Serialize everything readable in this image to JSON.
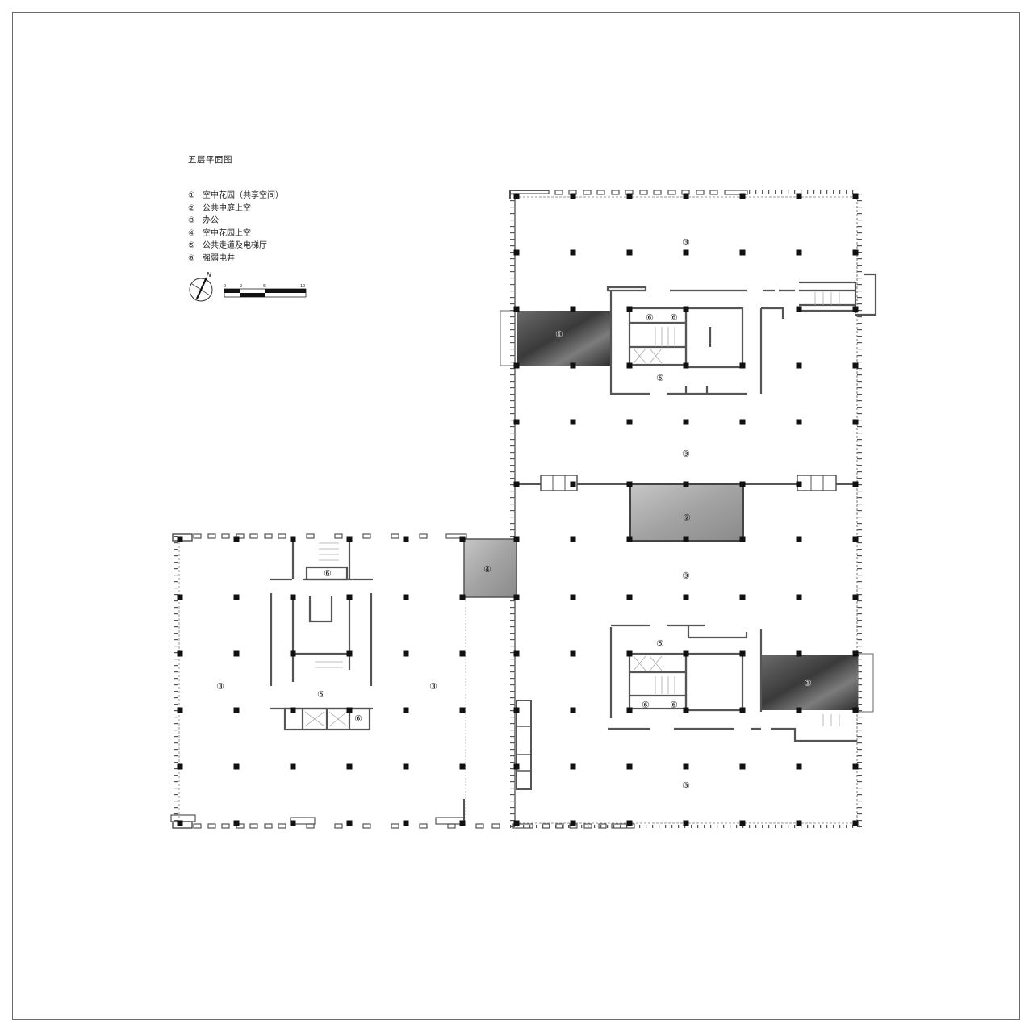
{
  "title": "五层平面图",
  "legend": [
    {
      "num": "①",
      "label": "空中花园（共享空间）"
    },
    {
      "num": "②",
      "label": "公共中庭上空"
    },
    {
      "num": "③",
      "label": "办公"
    },
    {
      "num": "④",
      "label": "空中花园上空"
    },
    {
      "num": "⑤",
      "label": "公共走道及电梯厅"
    },
    {
      "num": "⑥",
      "label": "强弱电井"
    }
  ],
  "north_arrow": {
    "label": "N"
  },
  "scale_bar": {
    "ticks": [
      "0",
      "2",
      "5",
      "10"
    ]
  },
  "plan_labels": {
    "office": "③",
    "sky_garden": "①",
    "atrium_void": "②",
    "sky_garden_void": "④",
    "corridor_lobby": "⑤",
    "shaft": "⑥"
  },
  "colors": {
    "wall": "#555555",
    "column": "#111111",
    "void_dark": "#3e3e3e",
    "void_light": "#9a9a9a",
    "frame": "#6a6a6a"
  }
}
